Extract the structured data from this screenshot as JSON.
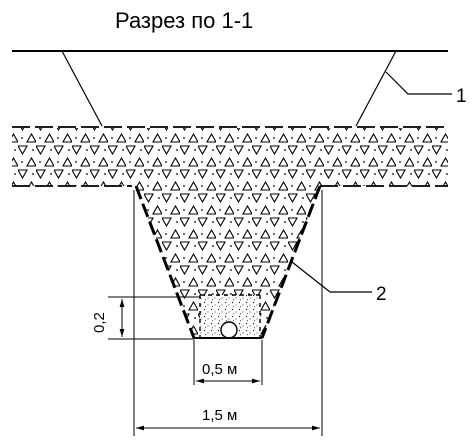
{
  "title": "Разрез по 1-1",
  "callouts": [
    {
      "number": "1"
    },
    {
      "number": "2"
    }
  ],
  "dimensions": {
    "bottom_width": "0,5 м",
    "top_width": "1,5 м",
    "height": "0,2"
  },
  "colors": {
    "ink": "#000000",
    "background": "#ffffff"
  }
}
